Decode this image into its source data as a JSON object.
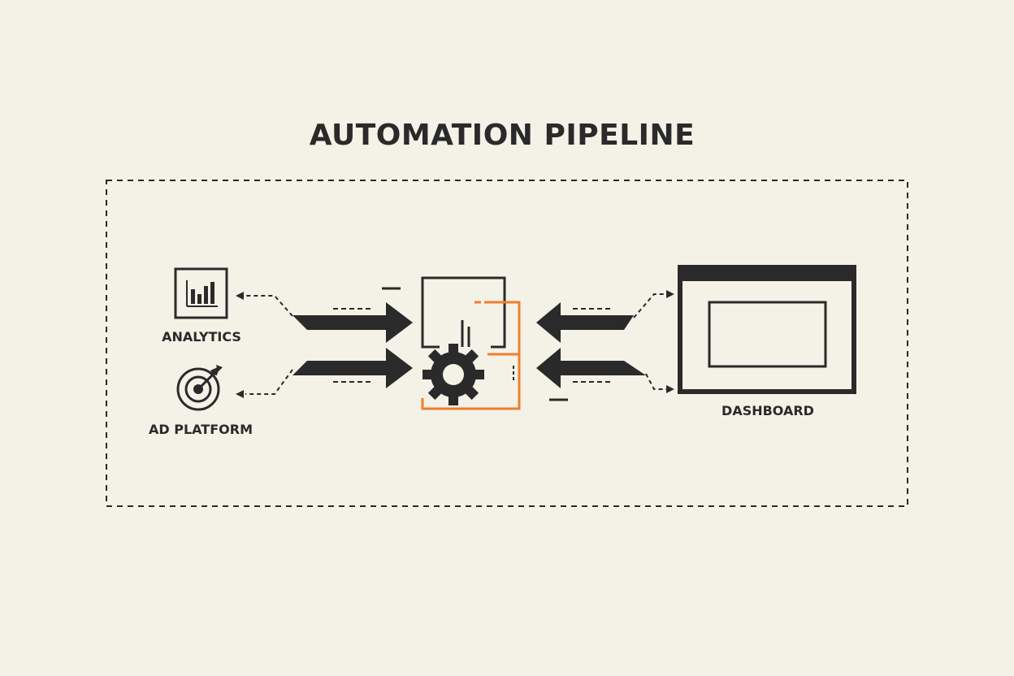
{
  "title": "AUTOMATION PIPELINE",
  "sources": [
    {
      "label": "ANALYTICS",
      "icon": "bar-chart-icon"
    },
    {
      "label": "AD PLATFORM",
      "icon": "target-icon"
    }
  ],
  "processor": {
    "icon": "gear-icon"
  },
  "destination": {
    "label": "DASHBOARD",
    "icon": "dashboard-window-icon"
  },
  "colors": {
    "background": "#f4f1e6",
    "ink": "#2a2a2a",
    "accent": "#ef7f2d"
  }
}
